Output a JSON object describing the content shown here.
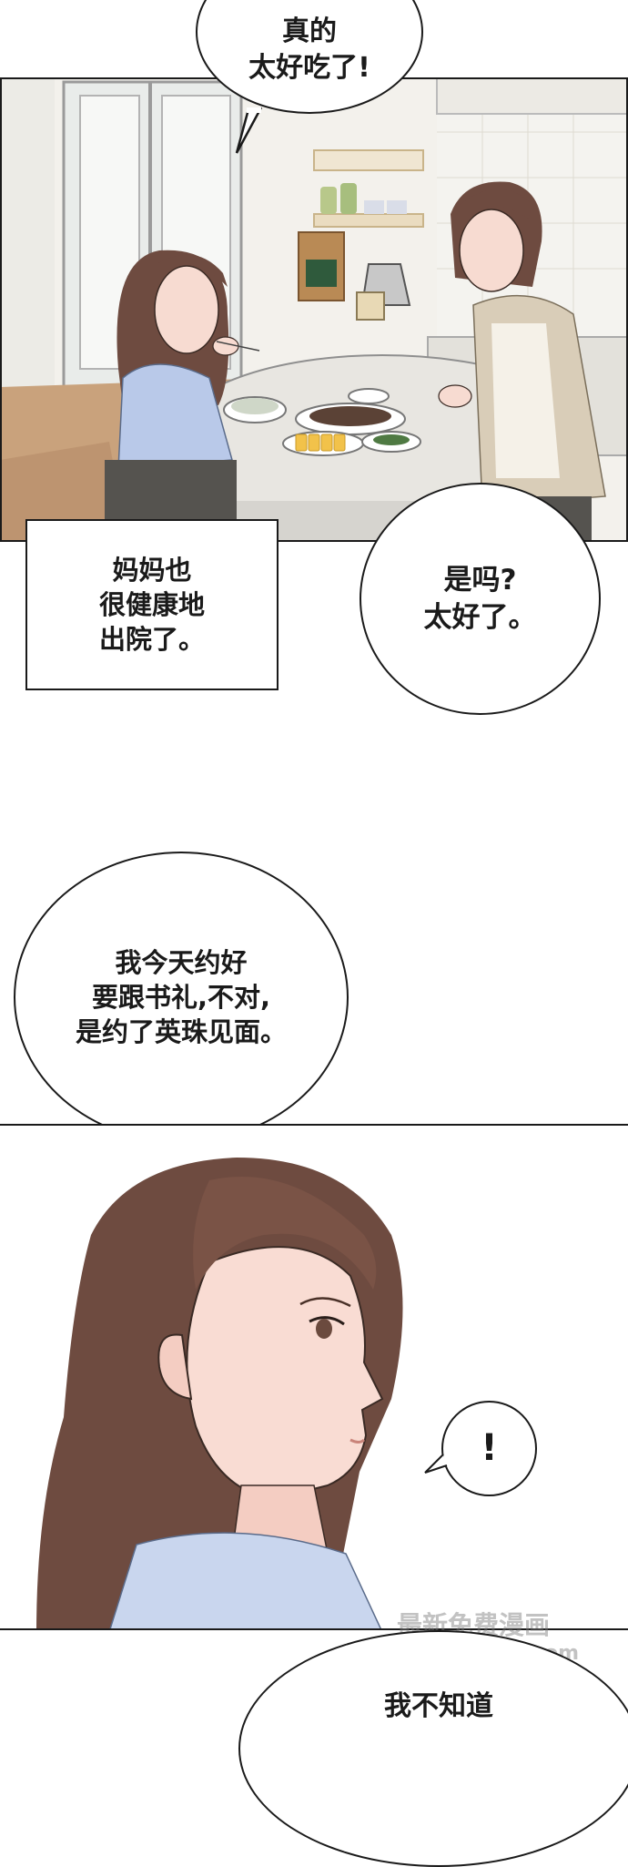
{
  "bubbles": {
    "top": "真的\n太好吃了!",
    "mom_reply": "是吗?\n太好了。",
    "appointment": "我今天约好\n要跟书礼,不对,\n是约了英珠见面。",
    "exclaim": "!",
    "bottom_partial": "我不知道"
  },
  "narration": {
    "box": "妈妈也\n很健康地\n出院了。"
  },
  "watermark": {
    "line1": "最新免费漫画",
    "line2": "www.baozimh.com"
  },
  "colors": {
    "ink": "#1a1a1a",
    "kitchen_wall": "#f4f1ea",
    "table": "#e9e7e2",
    "floor": "#caa27e",
    "hair": "#6e4b40",
    "shirt": "#b9c9e9",
    "cardigan": "#d9cdb8",
    "skin": "#f7d9cf"
  }
}
